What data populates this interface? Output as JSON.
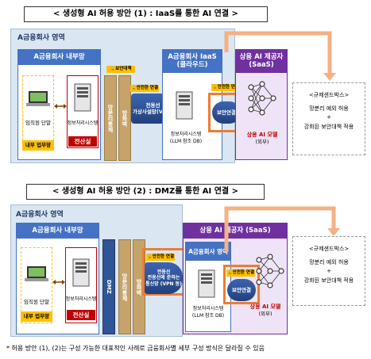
{
  "diagram1": {
    "title": "< 생성형 AI 허용 방안 (1) : IaaS를 통한 AI 연결 >",
    "region_label": "A금융회사 영역",
    "internal_net": "A금융회사 내부망",
    "employee_terminal": "임직원 단말",
    "internal_work_net": "내부 업무망",
    "info_system": "정보처리시스템",
    "computer_room": "전산실",
    "security_badge": "보안대책",
    "network_separation": "망분리통제",
    "firewall": "방화벽",
    "iaas_title_1": "A금융회사 IaaS",
    "iaas_title_2": "(클라우드)",
    "leased_line_1": "전용선",
    "leased_line_2": "가상사설망(VPN)",
    "iaas_system_1": "정보처리시스템",
    "iaas_system_2": "(LLM 참조 DB)",
    "safe_conn_badge_1": "안전한 연결",
    "safe_conn_badge_2": "안전한 연결",
    "secure_conn": "보안연결",
    "saas_title_1": "상용 AI 제공자",
    "saas_title_2": "(SaaS)",
    "ai_model": "상용 AI 모델",
    "ai_model_sub": "(외부)",
    "sandbox_title": "<규제샌드박스>",
    "sandbox_line1": "망분리 예외 허용",
    "sandbox_plus": "+",
    "sandbox_line2": "강화된 보안대책 적용"
  },
  "diagram2": {
    "title": "< 생성형 AI 허용 방안 (2) : DMZ를 통한 AI 연결 >",
    "region_label": "A금융회사 영역",
    "internal_net": "A금융회사 내부망",
    "employee_terminal": "임직원 단말",
    "internal_work_net": "내부 업무망",
    "info_system": "정보처리시스템",
    "computer_room": "전산실",
    "dmz": "DMZ",
    "network_separation": "망분리통제",
    "firewall": "방화벽",
    "safe_conn_badge_1": "안전한 연결",
    "safe_conn_badge_2": "안전한 연결",
    "tunnel_1": "전용선",
    "tunnel_2": "전용선에 준하는",
    "tunnel_3": "통신망 (VPN 등)",
    "saas_title": "상용 AI 제공자 (SaaS)",
    "inner_region": "A금융회사 영역",
    "iaas_system_1": "정보처리시스템",
    "iaas_system_2": "(LLM 참조 DB)",
    "secure_conn": "보안연결",
    "ai_model": "상용 AI 모델",
    "ai_model_sub": "(외부)",
    "sandbox_title": "<규제샌드박스>",
    "sandbox_line1": "망분리 예외 허용",
    "sandbox_plus": "+",
    "sandbox_line2": "강화된 보안대책 적용"
  },
  "footnote": "* 허용 방안 (1), (2)는 구성 가능한 대표적인 사례로 금융회사별 세부 구성 방식은 달라질 수 있음",
  "colors": {
    "blue": "#4472c4",
    "purple": "#7030a0",
    "orange": "#ed7d31",
    "region": "#dbe6f3",
    "yellow": "#ffc000",
    "red": "#c00000"
  }
}
